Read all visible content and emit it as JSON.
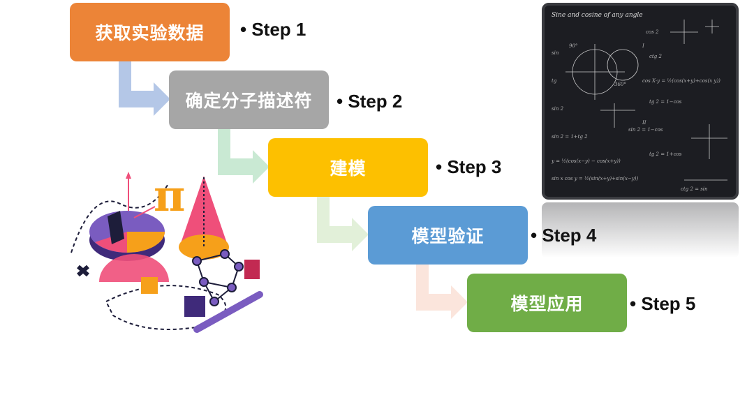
{
  "steps": [
    {
      "label": "获取实验数据",
      "step": "• Step 1",
      "color": "#ec8437"
    },
    {
      "label": "确定分子描述符",
      "step": "• Step 2",
      "color": "#a6a6a6"
    },
    {
      "label": "建模",
      "step": "• Step 3",
      "color": "#fdc000"
    },
    {
      "label": "模型验证",
      "step": "• Step 4",
      "color": "#5b9bd5"
    },
    {
      "label": "模型应用",
      "step": "• Step 5",
      "color": "#70ad47"
    }
  ],
  "arrow_colors": [
    "#b4c7e7",
    "#c9e9d3",
    "#e2f0d9",
    "#fbe5dc"
  ],
  "blackboard": {
    "heading": "Sine and cosine of any angle"
  },
  "illustration": {
    "pi_glyph": "π"
  }
}
